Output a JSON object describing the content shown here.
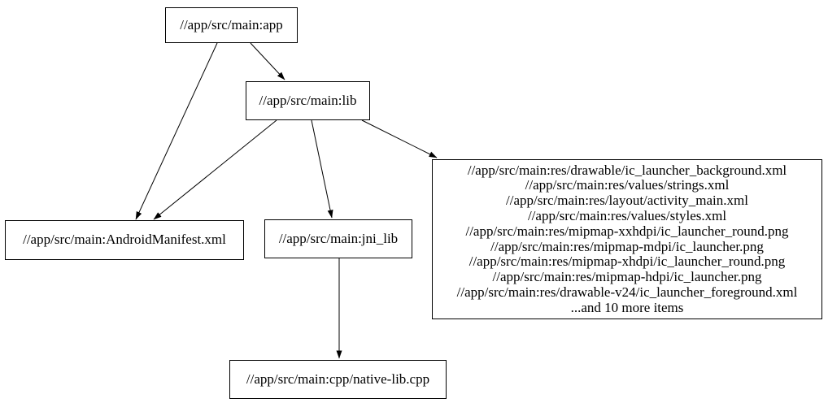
{
  "graph": {
    "background_color": "#ffffff",
    "node_fill_color": "#ffffff",
    "node_border_color": "#000000",
    "text_color": "#000000",
    "edge_color": "#000000",
    "nodes": {
      "app": {
        "label": "//app/src/main:app"
      },
      "lib": {
        "label": "//app/src/main:lib"
      },
      "manifest": {
        "label": "//app/src/main:AndroidManifest.xml"
      },
      "jni_lib": {
        "label": "//app/src/main:jni_lib"
      },
      "resources": {
        "lines": [
          "//app/src/main:res/drawable/ic_launcher_background.xml",
          "//app/src/main:res/values/strings.xml",
          "//app/src/main:res/layout/activity_main.xml",
          "//app/src/main:res/values/styles.xml",
          "//app/src/main:res/mipmap-xxhdpi/ic_launcher_round.png",
          "//app/src/main:res/mipmap-mdpi/ic_launcher.png",
          "//app/src/main:res/mipmap-xhdpi/ic_launcher_round.png",
          "//app/src/main:res/mipmap-hdpi/ic_launcher.png",
          "//app/src/main:res/drawable-v24/ic_launcher_foreground.xml",
          "...and 10 more items"
        ]
      },
      "native_lib": {
        "label": "//app/src/main:cpp/native-lib.cpp"
      }
    },
    "edges": [
      {
        "from": "//app/src/main:app",
        "to": "//app/src/main:lib"
      },
      {
        "from": "//app/src/main:app",
        "to": "//app/src/main:AndroidManifest.xml"
      },
      {
        "from": "//app/src/main:lib",
        "to": "//app/src/main:AndroidManifest.xml"
      },
      {
        "from": "//app/src/main:lib",
        "to": "//app/src/main:jni_lib"
      },
      {
        "from": "//app/src/main:lib",
        "to": "resources-group"
      },
      {
        "from": "//app/src/main:jni_lib",
        "to": "//app/src/main:cpp/native-lib.cpp"
      }
    ]
  }
}
